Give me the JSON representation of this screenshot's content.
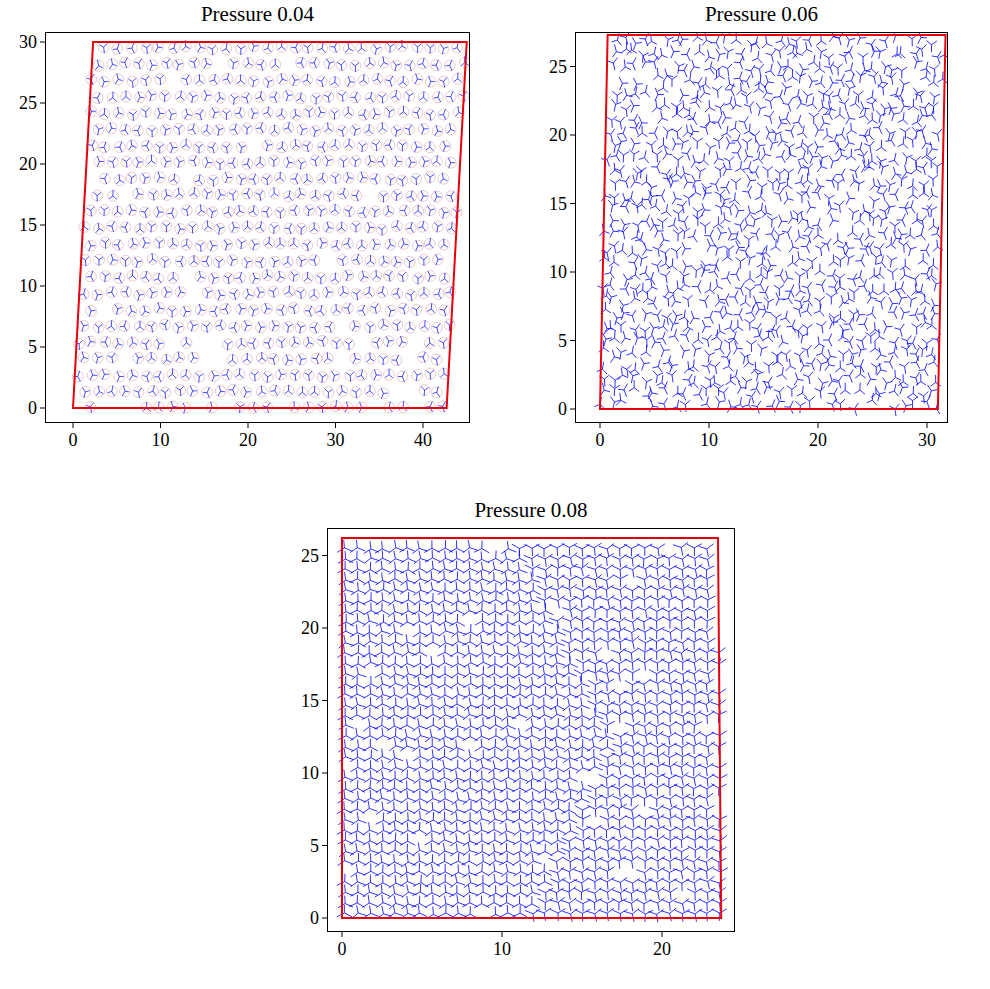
{
  "diagram": {
    "nodes": [
      {
        "text": [
          "Pressure 0.04"
        ]
      },
      {
        "text": [
          "Pressure 0.06"
        ]
      },
      {
        "text": [
          "Pressure 0.08"
        ]
      }
    ],
    "labels": [
      "0",
      "5",
      "10",
      "15",
      "20",
      "25",
      "30",
      "0",
      "10",
      "20",
      "30",
      "40",
      "0",
      "5",
      "10",
      "15",
      "20",
      "25",
      "0",
      "10",
      "20",
      "30",
      "0",
      "5",
      "10",
      "15",
      "20",
      "25",
      "0",
      "10",
      "20"
    ]
  }
}
